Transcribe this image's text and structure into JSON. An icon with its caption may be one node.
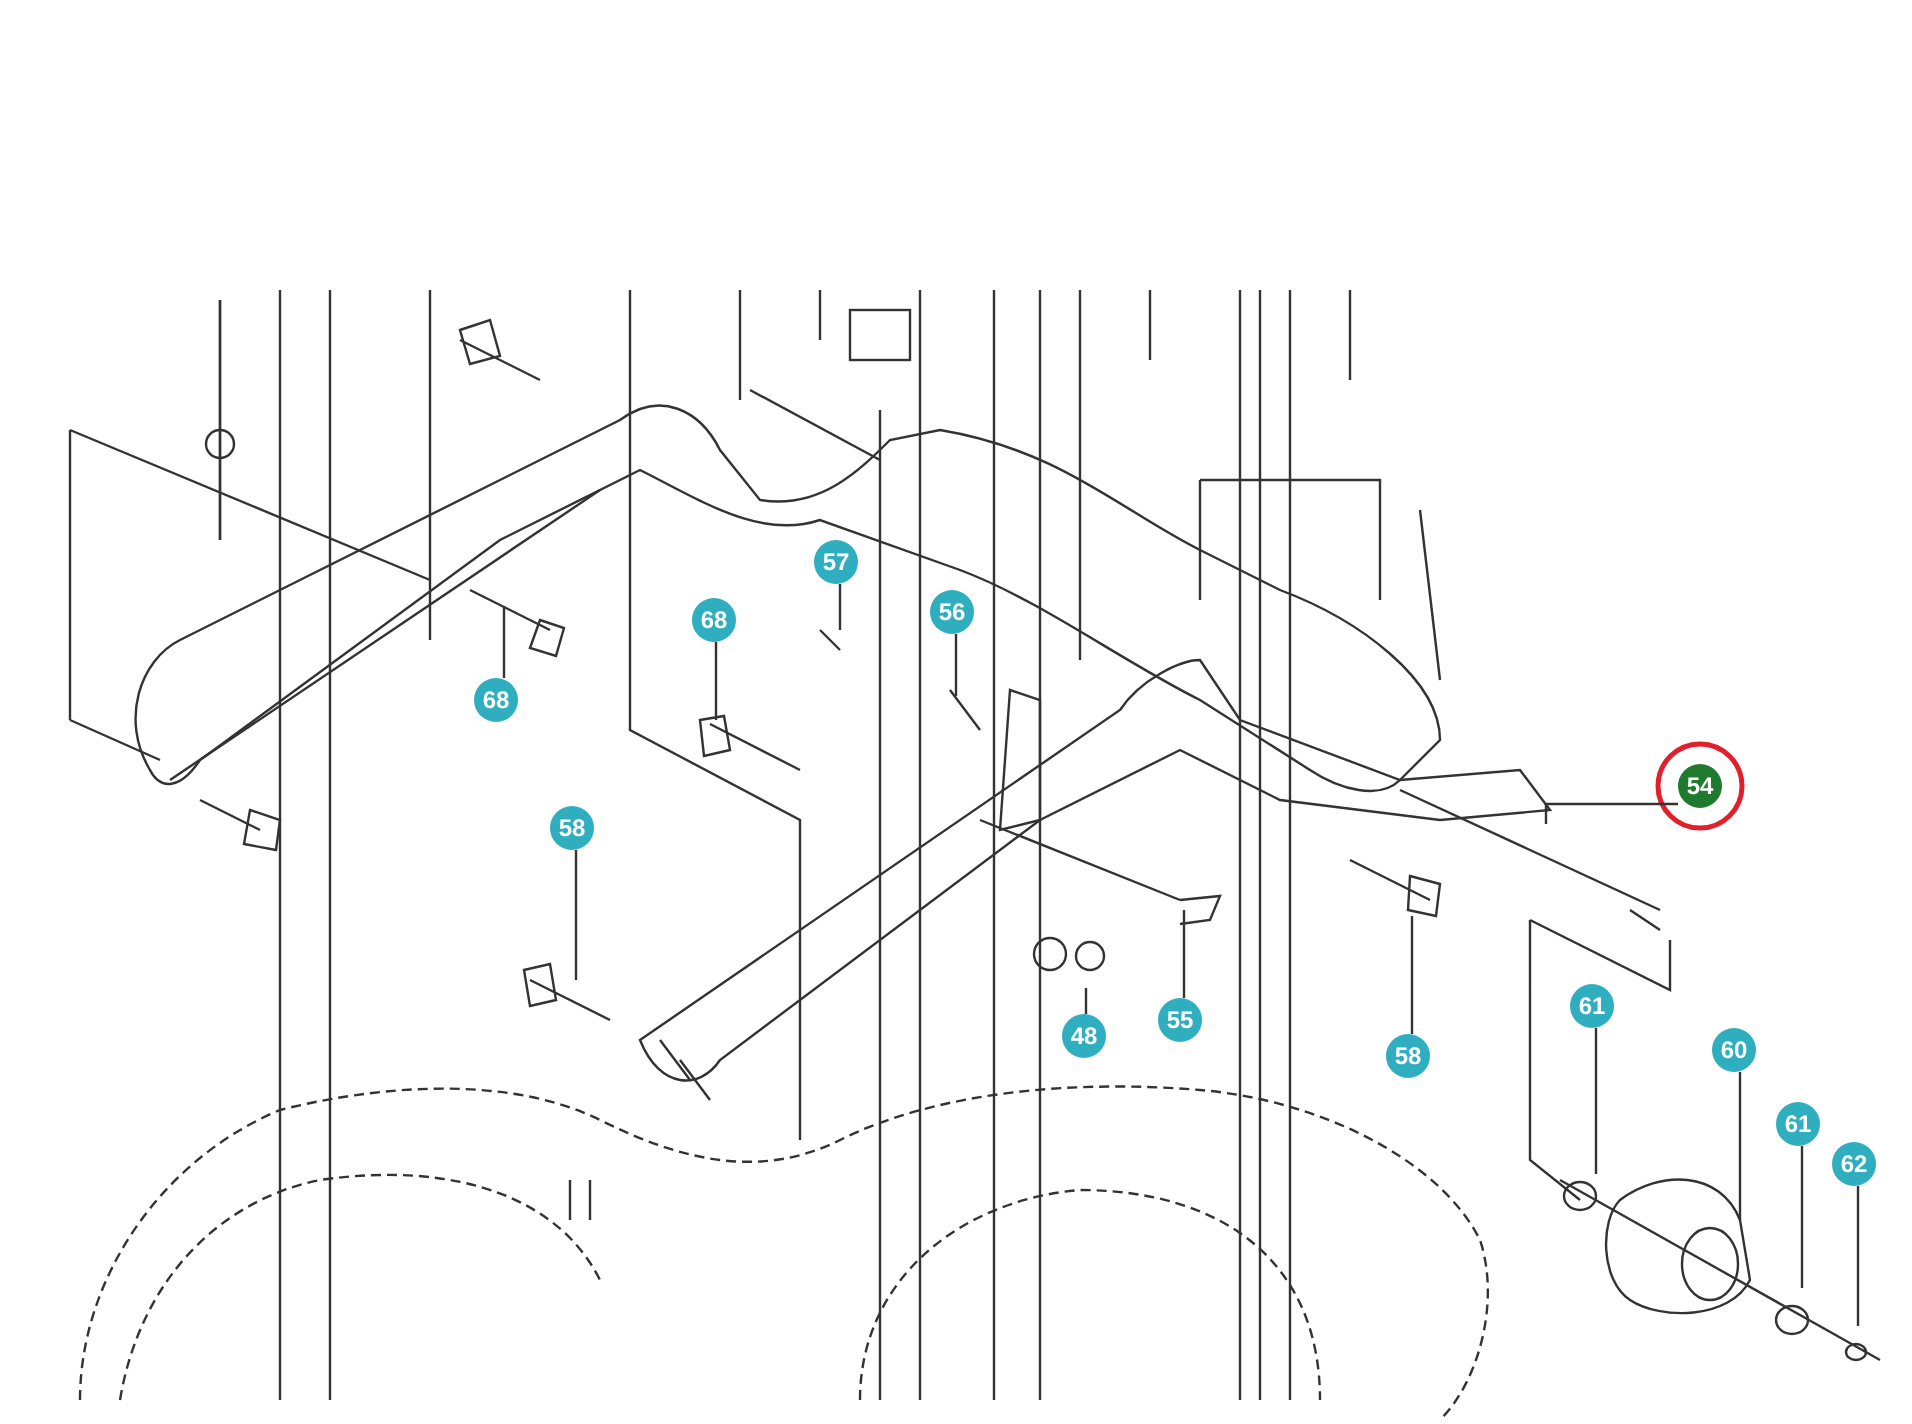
{
  "diagram": {
    "nodes": [
      {
        "text": [
          "68"
        ]
      },
      {
        "text": [
          "57"
        ]
      },
      {
        "text": [
          "56"
        ]
      },
      {
        "text": [
          "68"
        ]
      },
      {
        "text": [
          "58"
        ]
      },
      {
        "text": [
          "54"
        ]
      },
      {
        "text": [
          "48"
        ]
      },
      {
        "text": [
          "55"
        ]
      },
      {
        "text": [
          "58"
        ]
      },
      {
        "text": [
          "61"
        ]
      },
      {
        "text": [
          "60"
        ]
      },
      {
        "text": [
          "61"
        ]
      },
      {
        "text": [
          "62"
        ]
      }
    ],
    "edges": [
      {
        "from": 0,
        "to": null,
        "arrow": "none"
      },
      {
        "from": 1,
        "to": null,
        "arrow": "none"
      },
      {
        "from": 2,
        "to": null,
        "arrow": "none"
      },
      {
        "from": 3,
        "to": null,
        "arrow": "none"
      },
      {
        "from": 4,
        "to": null,
        "arrow": "none"
      },
      {
        "from": 5,
        "to": null,
        "arrow": "none"
      },
      {
        "from": 6,
        "to": null,
        "arrow": "none"
      },
      {
        "from": 7,
        "to": null,
        "arrow": "none"
      },
      {
        "from": 8,
        "to": null,
        "arrow": "none"
      },
      {
        "from": 9,
        "to": null,
        "arrow": "none"
      },
      {
        "from": 10,
        "to": null,
        "arrow": "none"
      },
      {
        "from": 11,
        "to": null,
        "arrow": "none"
      },
      {
        "from": 12,
        "to": null,
        "arrow": "none"
      }
    ]
  }
}
